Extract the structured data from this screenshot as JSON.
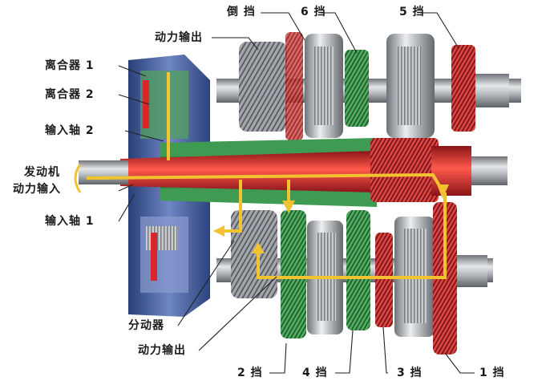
{
  "labels": {
    "reverse_gear": "倒 挡",
    "gear_6": "6 挡",
    "gear_5": "5 挡",
    "power_output_top": "动力输出",
    "clutch_1": "离合器 1",
    "clutch_2": "离合器 2",
    "input_shaft_2": "输入轴 2",
    "engine_input_line1": "发动机",
    "engine_input_line2": "动力输入",
    "input_shaft_1": "输入轴 1",
    "differential": "分动器",
    "power_output_bottom": "动力输出",
    "gear_2": "2 挡",
    "gear_4": "4 挡",
    "gear_3": "3 挡",
    "gear_1": "1 挡"
  },
  "colors": {
    "power_flow_red": "#d8262a",
    "gear_green": "#3f9a52",
    "gear_red": "#c9333a",
    "flow_arrow_yellow": "#f2c230",
    "clutch_housing_blue": "#3f5a9c",
    "steel": "#b4b8bd"
  }
}
